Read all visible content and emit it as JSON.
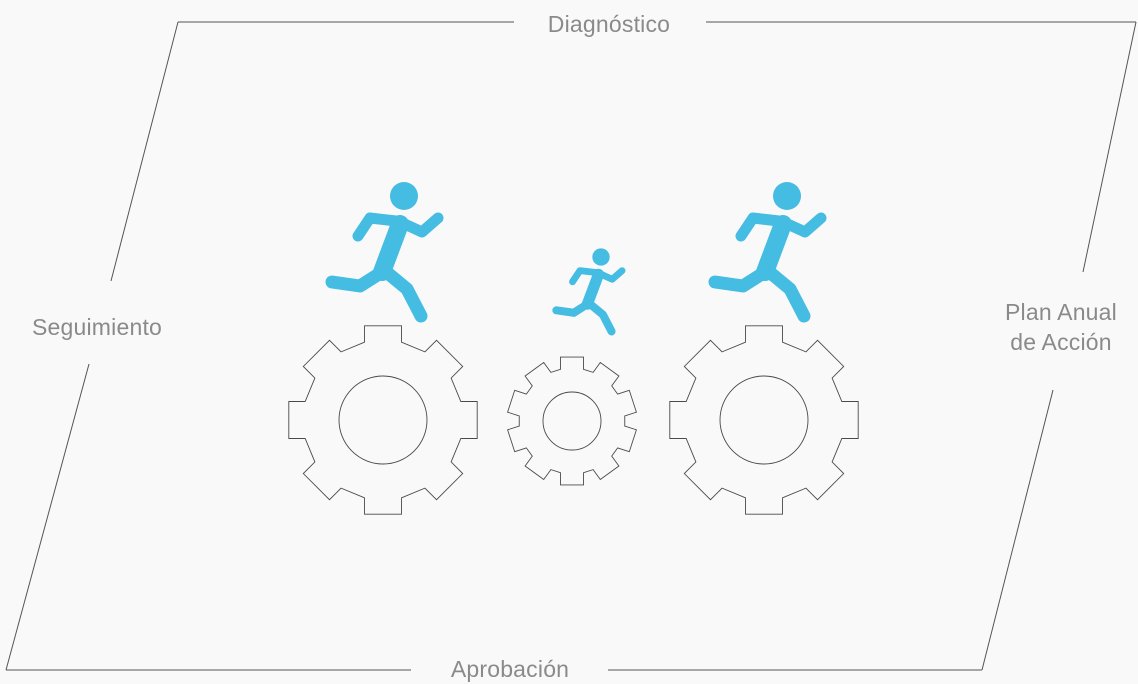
{
  "stages": {
    "top": "Diagnóstico",
    "right_line1": "Plan Anual",
    "right_line2": "de Acción",
    "bottom": "Aprobación",
    "left": "Seguimiento"
  },
  "colors": {
    "runner": "#45bce2",
    "frame": "#555555",
    "gear": "#4a4a4a",
    "text": "#8a8a8a",
    "background": "#f9f9f9"
  },
  "icons": {
    "runner": "running-person-icon",
    "gear": "gear-icon"
  },
  "gears": [
    {
      "name": "gear-left",
      "teeth": 8
    },
    {
      "name": "gear-center",
      "teeth": 10
    },
    {
      "name": "gear-right",
      "teeth": 8
    }
  ],
  "runners": [
    {
      "name": "runner-left",
      "size": "large"
    },
    {
      "name": "runner-center",
      "size": "small"
    },
    {
      "name": "runner-right",
      "size": "large"
    }
  ]
}
